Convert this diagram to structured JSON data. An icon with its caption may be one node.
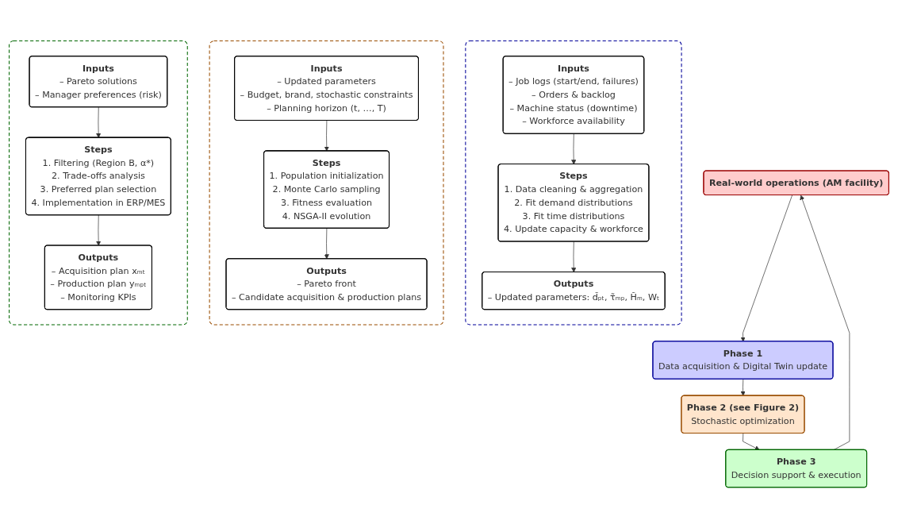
{
  "diagram": {
    "nodes": [
      {
        "text": [
          "Real-world operations (AM facility)"
        ]
      },
      {
        "text": [
          "Phase 1",
          "Data acquisition & Digital Twin update"
        ]
      },
      {
        "text": [
          "Phase 2 (see Figure 2)",
          "Stochastic optimization"
        ]
      },
      {
        "text": [
          "Phase 3",
          "Decision support & execution"
        ]
      },
      {
        "text": [],
        "shape": "box"
      },
      {
        "text": [
          "Inputs",
          "– Job logs (start/end, failures)",
          "– Orders & backlog",
          "– Machine status (downtime)",
          "– Workforce availability"
        ],
        "in": 4
      },
      {
        "text": [
          "Steps",
          "1. Data cleaning & aggregation",
          "2. Fit demand distributions",
          "3. Fit time distributions",
          "4. Update capacity & workforce"
        ],
        "in": 4
      },
      {
        "text": [
          "Outputs",
          "– Updated parameters: d̃ₚₜ, τ̃ₘₚ, H̃ₘ, Wₜ"
        ],
        "in": 4
      },
      {
        "text": [],
        "shape": "box"
      },
      {
        "text": [
          "Inputs",
          "– Updated parameters",
          "– Budget, brand, stochastic constraints",
          "– Planning horizon (t, …, T)"
        ],
        "in": 8
      },
      {
        "text": [
          "Steps",
          "1. Population initialization",
          "2. Monte Carlo sampling",
          "3. Fitness evaluation",
          "4. NSGA-II evolution"
        ],
        "in": 8
      },
      {
        "text": [
          "Outputs",
          "– Pareto front",
          "– Candidate acquisition & production plans"
        ],
        "in": 8
      },
      {
        "text": [],
        "shape": "box"
      },
      {
        "text": [
          "Inputs",
          "– Pareto solutions",
          "– Manager preferences (risk)"
        ],
        "in": 12
      },
      {
        "text": [
          "Steps",
          "1. Filtering (Region B, α*)",
          "2. Trade-offs analysis",
          "3. Preferred plan selection",
          "4. Implementation in ERP/MES"
        ],
        "in": 12
      },
      {
        "text": [
          "Outputs",
          "– Acquisition plan xₘₜ",
          "– Production plan yₘₚₜ",
          "– Monitoring KPIs"
        ],
        "in": 12
      }
    ],
    "edges": [
      {
        "from": 0,
        "to": 1,
        "arrow": "to"
      },
      {
        "from": 1,
        "to": 2,
        "arrow": "to"
      },
      {
        "from": 2,
        "to": 3,
        "arrow": "to"
      },
      {
        "from": 3,
        "to": 0,
        "arrow": "to"
      },
      {
        "from": 5,
        "to": 6,
        "arrow": "to"
      },
      {
        "from": 6,
        "to": 7,
        "arrow": "to"
      },
      {
        "from": 9,
        "to": 10,
        "arrow": "to"
      },
      {
        "from": 10,
        "to": 11,
        "arrow": "to"
      },
      {
        "from": 13,
        "to": 14,
        "arrow": "to"
      },
      {
        "from": 14,
        "to": 15,
        "arrow": "to"
      }
    ]
  }
}
